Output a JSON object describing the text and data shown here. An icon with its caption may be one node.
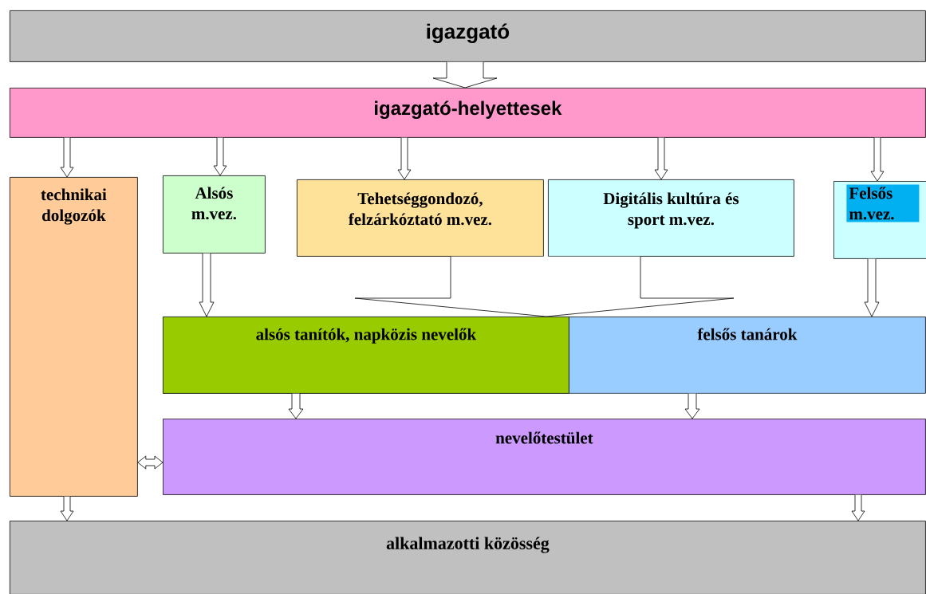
{
  "diagram": {
    "nodes": [
      {
        "text": [
          "igazgató"
        ]
      },
      {
        "text": [
          "igazgató-helyettesek"
        ]
      },
      {
        "text": [
          "technikai dolgozók"
        ]
      },
      {
        "text": [
          "Alsós m.vez."
        ]
      },
      {
        "text": [
          "Tehetséggondozó, felzárkóztató m.vez."
        ]
      },
      {
        "text": [
          "Digitális kultúra és sport m.vez."
        ]
      },
      {
        "text": [
          "Felsős m.vez."
        ]
      },
      {
        "text": [
          "alsós tanítók, napközis nevelők"
        ]
      },
      {
        "text": [
          "felsős tanárok"
        ]
      },
      {
        "text": [
          "nevelőtestület"
        ]
      },
      {
        "text": [
          "alkalmazotti közösség"
        ]
      }
    ],
    "edges": [
      {
        "from": 0,
        "to": 1,
        "arrow": "to"
      },
      {
        "from": 1,
        "to": 2,
        "arrow": "to"
      },
      {
        "from": 1,
        "to": 3,
        "arrow": "to"
      },
      {
        "from": 1,
        "to": 4,
        "arrow": "to"
      },
      {
        "from": 1,
        "to": 5,
        "arrow": "to"
      },
      {
        "from": 1,
        "to": 6,
        "arrow": "to"
      },
      {
        "from": 3,
        "to": 7,
        "arrow": "to"
      },
      {
        "from": 4,
        "to": 7,
        "arrow": "to"
      },
      {
        "from": 5,
        "to": 7,
        "arrow": "to"
      },
      {
        "from": 6,
        "to": 8,
        "arrow": "to"
      },
      {
        "from": 7,
        "to": 9,
        "arrow": "to"
      },
      {
        "from": 8,
        "to": 9,
        "arrow": "to"
      },
      {
        "from": 2,
        "to": 9,
        "arrow": "both"
      },
      {
        "from": 2,
        "to": 10,
        "arrow": "to"
      },
      {
        "from": 9,
        "to": 10,
        "arrow": "to"
      }
    ]
  }
}
